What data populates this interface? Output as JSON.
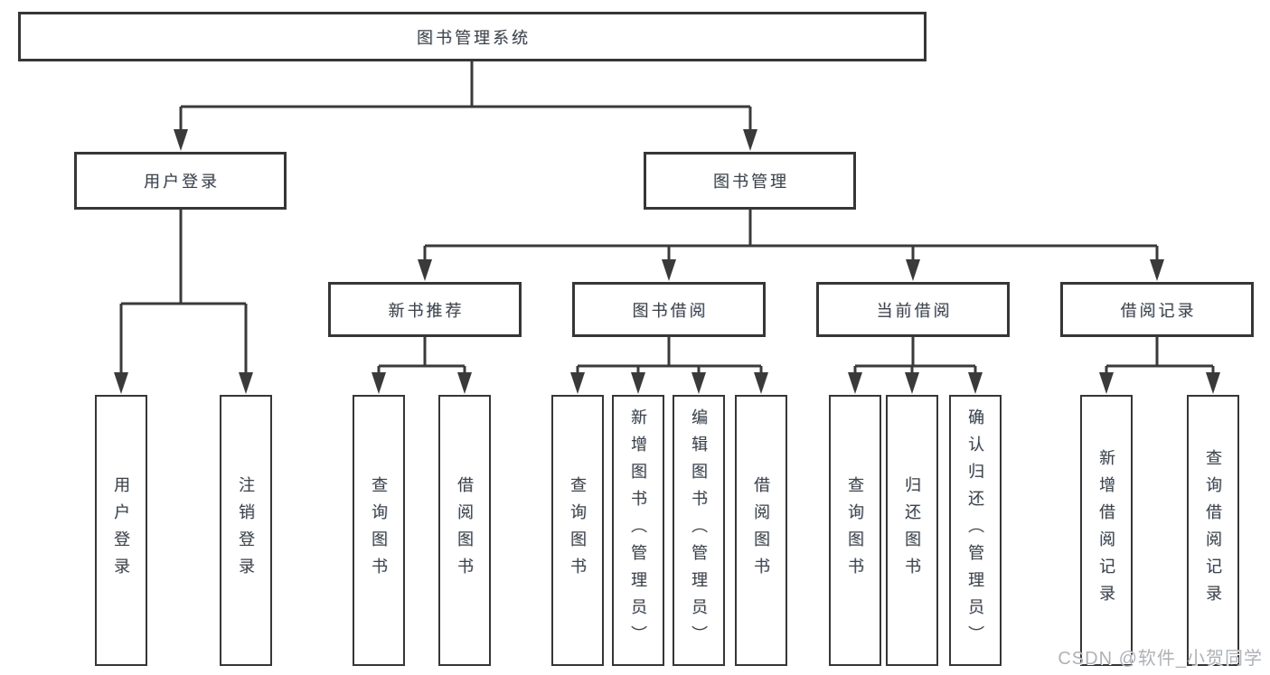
{
  "diagram": {
    "type": "tree",
    "title": "图书管理系统",
    "tree": {
      "root": {
        "label": "图书管理系统"
      },
      "branches": [
        {
          "label": "用户登录",
          "children": [
            {
              "label": "用户登录"
            },
            {
              "label": "注销登录"
            }
          ]
        },
        {
          "label": "图书管理",
          "children": [
            {
              "label": "新书推荐",
              "children": [
                {
                  "label": "查询图书"
                },
                {
                  "label": "借阅图书"
                }
              ]
            },
            {
              "label": "图书借阅",
              "children": [
                {
                  "label": "查询图书"
                },
                {
                  "label": "新增图书（管理员）"
                },
                {
                  "label": "编辑图书（管理员）"
                },
                {
                  "label": "借阅图书"
                }
              ]
            },
            {
              "label": "当前借阅",
              "children": [
                {
                  "label": "查询图书"
                },
                {
                  "label": "归还图书"
                },
                {
                  "label": "确认归还（管理员）"
                }
              ]
            },
            {
              "label": "借阅记录",
              "children": [
                {
                  "label": "新增借阅记录"
                },
                {
                  "label": "查询借阅记录"
                }
              ]
            }
          ]
        }
      ]
    },
    "colors": {
      "line": "#3a3a3a",
      "box_border": "#363636",
      "text": "#3f4347",
      "background": "#ffffff",
      "watermark": "#aeb2b6"
    },
    "watermark": {
      "text": "CSDN @软件_小贺同学"
    }
  }
}
